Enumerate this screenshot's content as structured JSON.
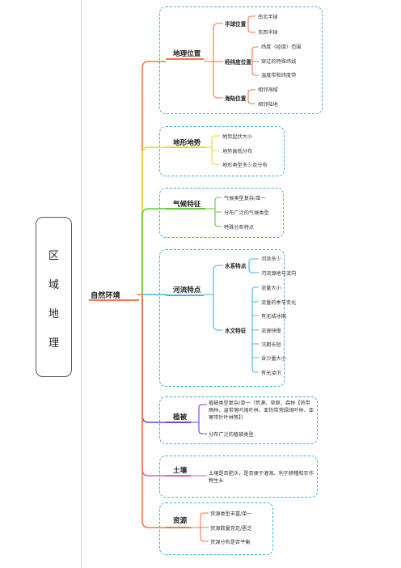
{
  "side_title": [
    "区",
    "域",
    "地",
    "理"
  ],
  "root": "自然环境",
  "colors": {
    "geo": "#f47a43",
    "terrain": "#e8d930",
    "climate": "#62c83a",
    "river": "#3fb8e8",
    "vegetation": "#7a3ed6",
    "soil": "#e55ec2",
    "resource": "#f47a43",
    "box_border": "#38b0e0"
  },
  "branches": {
    "geo": {
      "label": "地理位置",
      "subs": [
        {
          "label": "半球位置",
          "leaves": [
            "南北半球",
            "东西半球"
          ]
        },
        {
          "label": "经纬度位置",
          "leaves": [
            "纬度（经度）范围",
            "穿过的特殊纬线",
            "温度带和纬度带"
          ]
        },
        {
          "label": "海陆位置",
          "leaves": [
            "相邻海域",
            "相邻陆地"
          ]
        }
      ]
    },
    "terrain": {
      "label": "地形地势",
      "leaves": [
        "地势起伏大小",
        "地势高低分布",
        "地形类型多少及分布"
      ]
    },
    "climate": {
      "label": "气候特征",
      "leaves": [
        "气候类型复杂/单一",
        "分布广泛的气候类型",
        "特殊分布特点"
      ]
    },
    "river": {
      "label": "河流特点",
      "subs": [
        {
          "label": "水系特点",
          "leaves": [
            "河流多少",
            "河流源地与流向"
          ]
        },
        {
          "label": "水文特征",
          "leaves": [
            "流量大小",
            "流量的季节变化",
            "有无结冰期",
            "流速快慢",
            "汛期长短",
            "含沙量大小",
            "有无凌汛"
          ]
        }
      ]
    },
    "vegetation": {
      "label": "植被",
      "leaves": [
        "植被类型复杂/单一（荒漠、草原、森林【热带雨林、温带落叶阔叶林、亚热带常绿阔叶林、亚寒带针叶林等】）",
        "分布广泛的植被类型"
      ]
    },
    "soil": {
      "label": "土壤",
      "leaves": [
        "土壤是否肥沃，是否便于灌溉、利于耕種和农作物生长"
      ]
    },
    "resource": {
      "label": "资源",
      "leaves": [
        "资源类型丰富/单一",
        "资源数量充足/匮乏",
        "资源分布是否平衡"
      ]
    }
  }
}
